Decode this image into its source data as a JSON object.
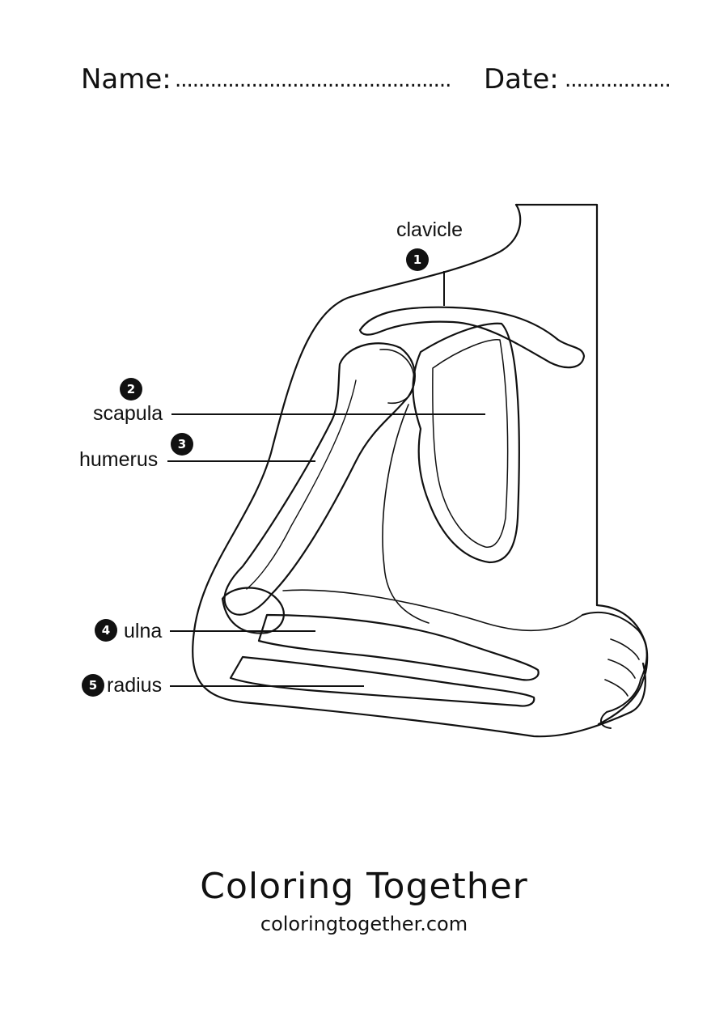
{
  "header": {
    "name_label": "Name:",
    "name_dots": "...............................................",
    "date_label": "Date:",
    "date_dots": ".................."
  },
  "labels": [
    {
      "number": "1",
      "text": "clavicle"
    },
    {
      "number": "2",
      "text": "scapula"
    },
    {
      "number": "3",
      "text": "humerus"
    },
    {
      "number": "4",
      "text": "ulna"
    },
    {
      "number": "5",
      "text": "radius"
    }
  ],
  "branding": {
    "name": "Coloring Together",
    "url": "coloringtogether.com"
  },
  "colors": {
    "ink": "#111111",
    "paper": "#ffffff"
  }
}
